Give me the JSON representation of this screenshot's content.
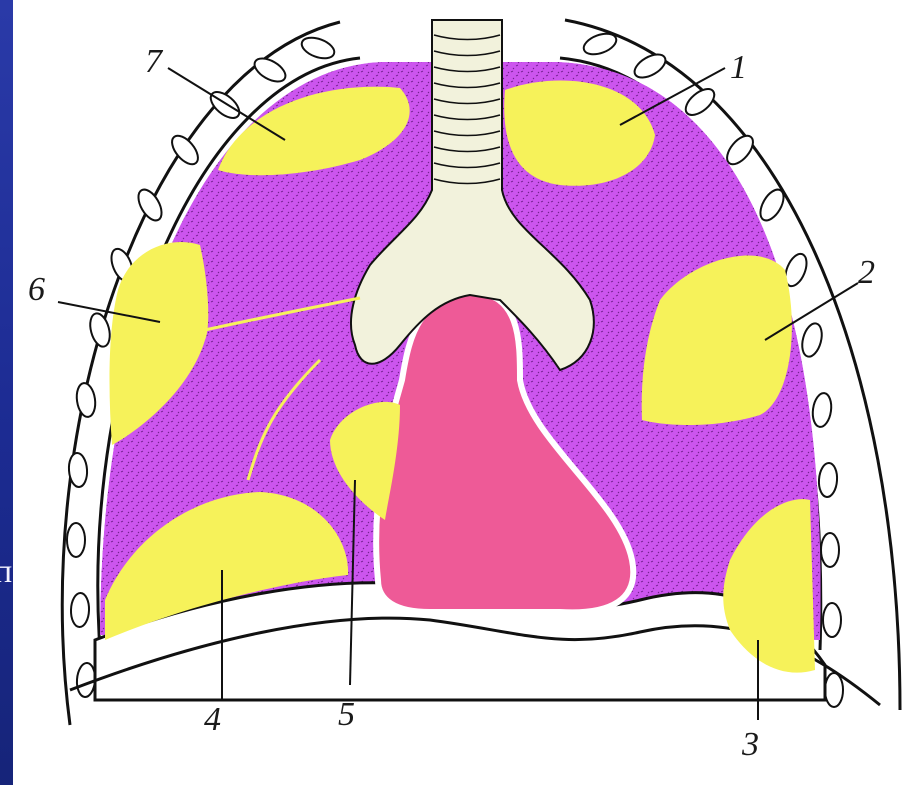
{
  "diagram": {
    "labels": [
      "1",
      "2",
      "3",
      "4",
      "5",
      "6",
      "7"
    ],
    "edge_text": "п"
  },
  "colors": {
    "background": "#1e2d96",
    "lung": "#cc55ee",
    "lesion": "#f6f25a",
    "heart": "#ee5a97",
    "ribs": "#ffffff",
    "trachea": "#f2f2dc",
    "outline": "#111111"
  },
  "icons": [
    "rib-cage-icon",
    "trachea-icon",
    "heart-icon"
  ]
}
